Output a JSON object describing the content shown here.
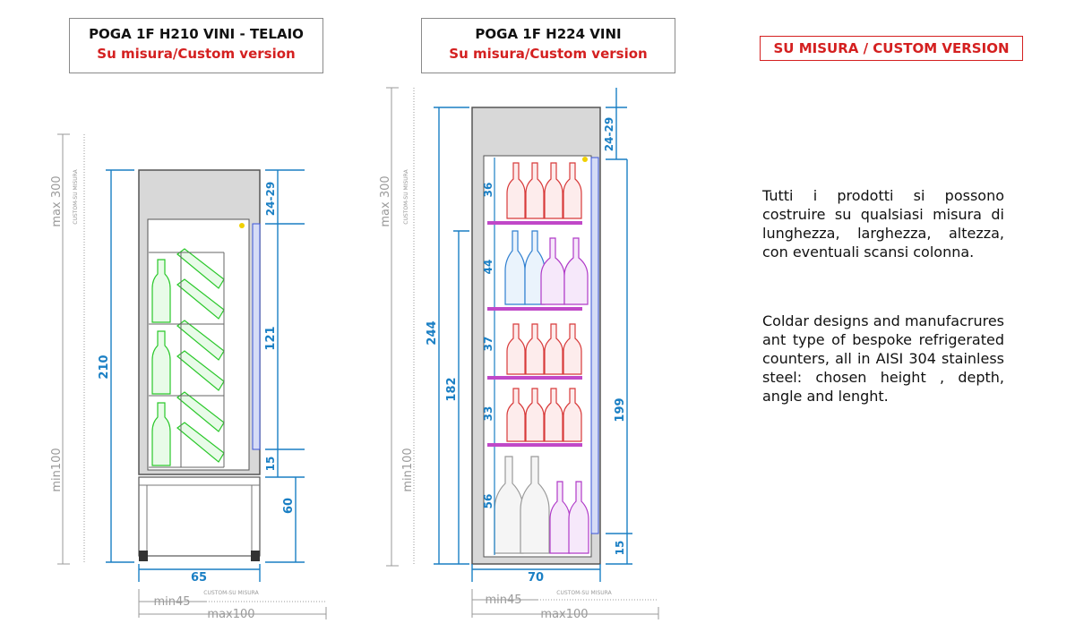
{
  "models": [
    {
      "title": "POGA 1F H210 VINI - TELAIO",
      "subtitle": "Su misura/Custom version"
    },
    {
      "title": "POGA 1F H224 VINI",
      "subtitle": "Su misura/Custom version"
    }
  ],
  "custom_tag": "SU MISURA / CUSTOM VERSION",
  "description_it": "Tutti i prodotti si possono costruire su qualsiasi misura di lunghezza, larghezza, altezza, con eventuali scansi colonna.",
  "description_en": "Coldar designs and manufacrures ant type of bespoke refrigerated counters, all in AISI 304 stainless steel: chosen height , depth, angle and lenght.",
  "left_drawing": {
    "max_height": "max 300",
    "min_height": "min100",
    "custom_vertical": "CUSTOM-SU MISURA",
    "total_height": "210",
    "top_gap": "24-29",
    "door_height": "121",
    "bottom_gap": "15",
    "base_height": "60",
    "width": "65",
    "min_width": "min45",
    "max_width": "max100",
    "custom_horizontal": "CUSTOM-SU MISURA"
  },
  "right_drawing": {
    "max_height": "max 300",
    "min_height": "min100",
    "custom_vertical": "CUSTOM-SU MISURA",
    "total_height": "244",
    "inner_height": "182",
    "top_gap": "24-29",
    "door_height": "199",
    "bottom_gap": "15",
    "shelf_heights": [
      "36",
      "44",
      "37",
      "33",
      "56"
    ],
    "width": "70",
    "min_width": "min45",
    "max_width": "max100",
    "custom_horizontal": "CUSTOM-SU MISURA"
  },
  "colors": {
    "dimension": "#1a7fc4",
    "gray": "#9a9a9a",
    "title_red": "#d42020",
    "bottle_green": "#2ac82a",
    "bottle_red": "#d83a3a",
    "bottle_blue": "#2f7fd0",
    "bottle_purple": "#b03ac8",
    "shelf": "#c048c8"
  }
}
